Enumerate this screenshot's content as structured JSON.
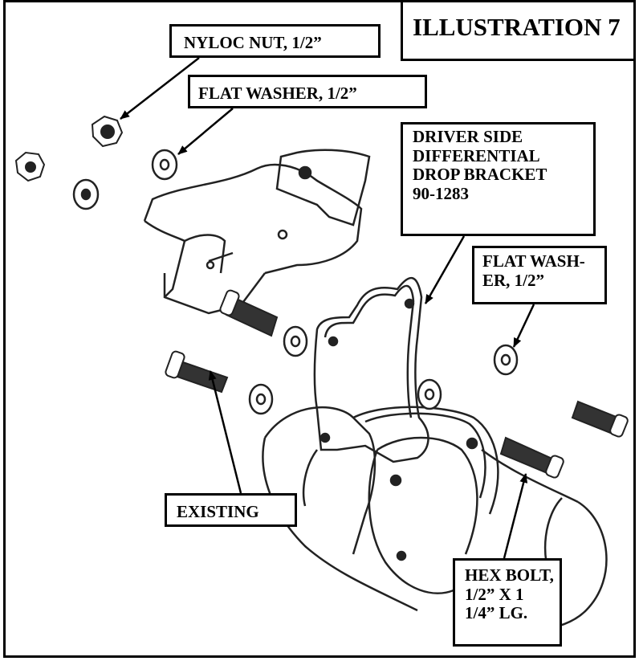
{
  "illustration": {
    "title": "ILLUSTRATION 7"
  },
  "callouts": {
    "nyloc_nut": {
      "lines": [
        "NYLOC NUT, 1/2”"
      ]
    },
    "flat_washer_top": {
      "lines": [
        "FLAT WASHER, 1/2”"
      ]
    },
    "drop_bracket": {
      "lines": [
        "DRIVER SIDE",
        "DIFFERENTIAL",
        "DROP BRACKET",
        "90-1283"
      ]
    },
    "flat_washer_right": {
      "lines": [
        "FLAT WASH-",
        "ER, 1/2”"
      ]
    },
    "existing": {
      "lines": [
        "EXISTING"
      ]
    },
    "hex_bolt": {
      "lines": [
        "HEX BOLT,",
        "1/2” X 1",
        "1/4” LG."
      ]
    }
  },
  "colors": {
    "ink": "#000000",
    "paper": "#ffffff",
    "shade": "#333333"
  }
}
